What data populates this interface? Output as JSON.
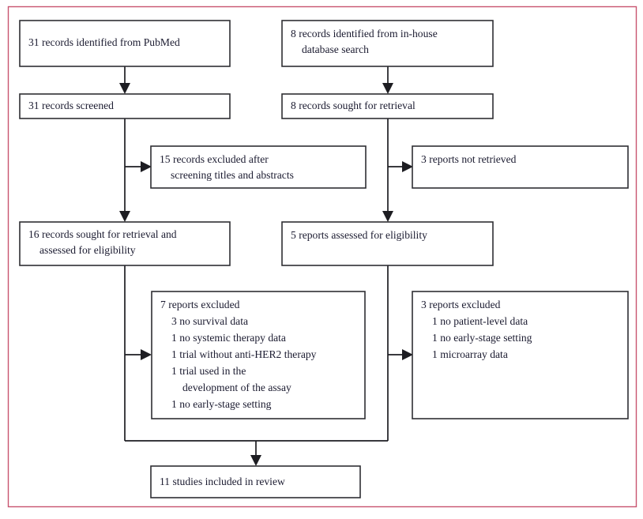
{
  "figure": {
    "type": "prisma-flow-diagram",
    "frame_color": "#c8546f",
    "box_border_color": "#2f2f33",
    "text_color": "#1b1b30",
    "background": "#ffffff"
  },
  "nodes": {
    "identified_pubmed": {
      "lines": [
        "31 records identified from PubMed"
      ],
      "indents": [
        0
      ]
    },
    "identified_inhouse": {
      "lines": [
        "8 records identified from in-house",
        "database search"
      ],
      "indents": [
        0,
        1
      ]
    },
    "records_screened": {
      "lines": [
        "31 records screened"
      ],
      "indents": [
        0
      ]
    },
    "records_sought_right": {
      "lines": [
        "8 records sought for retrieval"
      ],
      "indents": [
        0
      ]
    },
    "records_excluded_screening": {
      "lines": [
        "15 records excluded after",
        "screening titles and abstracts"
      ],
      "indents": [
        0,
        1
      ]
    },
    "reports_not_retrieved": {
      "lines": [
        "3 reports not retrieved"
      ],
      "indents": [
        0
      ]
    },
    "sought_and_assessed": {
      "lines": [
        "16 records sought for retrieval and",
        "assessed for eligibility"
      ],
      "indents": [
        0,
        1
      ]
    },
    "reports_assessed": {
      "lines": [
        "5 reports assessed for eligibility"
      ],
      "indents": [
        0
      ]
    },
    "reports_excluded_left": {
      "lines": [
        "7 reports excluded",
        "3 no survival data",
        "1 no systemic therapy data",
        "1 trial without anti-HER2 therapy",
        "1 trial used in the",
        "development of the assay",
        "1 no early-stage setting"
      ],
      "indents": [
        0,
        1,
        1,
        1,
        1,
        2,
        1
      ]
    },
    "reports_excluded_right": {
      "lines": [
        "3 reports excluded",
        "1 no patient-level data",
        "1 no early-stage setting",
        "1 microarray data"
      ],
      "indents": [
        0,
        1,
        1,
        1
      ]
    },
    "studies_included": {
      "lines": [
        "11 studies included in review"
      ],
      "indents": [
        0
      ]
    }
  },
  "chart_data": {
    "type": "diagram",
    "title": "PRISMA study selection flow",
    "stages": [
      {
        "label": "31 records identified from PubMed",
        "count": 31,
        "stage": "identification",
        "source": "PubMed"
      },
      {
        "label": "8 records identified from in-house database search",
        "count": 8,
        "stage": "identification",
        "source": "in-house database"
      },
      {
        "label": "31 records screened",
        "count": 31,
        "stage": "screening"
      },
      {
        "label": "8 records sought for retrieval",
        "count": 8,
        "stage": "retrieval"
      },
      {
        "label": "15 records excluded after screening titles and abstracts",
        "count": 15,
        "stage": "excluded"
      },
      {
        "label": "3 reports not retrieved",
        "count": 3,
        "stage": "excluded"
      },
      {
        "label": "16 records sought for retrieval and assessed for eligibility",
        "count": 16,
        "stage": "eligibility"
      },
      {
        "label": "5 reports assessed for eligibility",
        "count": 5,
        "stage": "eligibility"
      },
      {
        "label": "7 reports excluded",
        "count": 7,
        "stage": "excluded"
      },
      {
        "label": "3 reports excluded",
        "count": 3,
        "stage": "excluded"
      },
      {
        "label": "11 studies included in review",
        "count": 11,
        "stage": "included"
      }
    ],
    "exclusion_reasons_left": [
      {
        "reason": "no survival data",
        "count": 3
      },
      {
        "reason": "no systemic therapy data",
        "count": 1
      },
      {
        "reason": "trial without anti-HER2 therapy",
        "count": 1
      },
      {
        "reason": "trial used in the development of the assay",
        "count": 1
      },
      {
        "reason": "no early-stage setting",
        "count": 1
      }
    ],
    "exclusion_reasons_right": [
      {
        "reason": "no patient-level data",
        "count": 1
      },
      {
        "reason": "no early-stage setting",
        "count": 1
      },
      {
        "reason": "microarray data",
        "count": 1
      }
    ]
  }
}
